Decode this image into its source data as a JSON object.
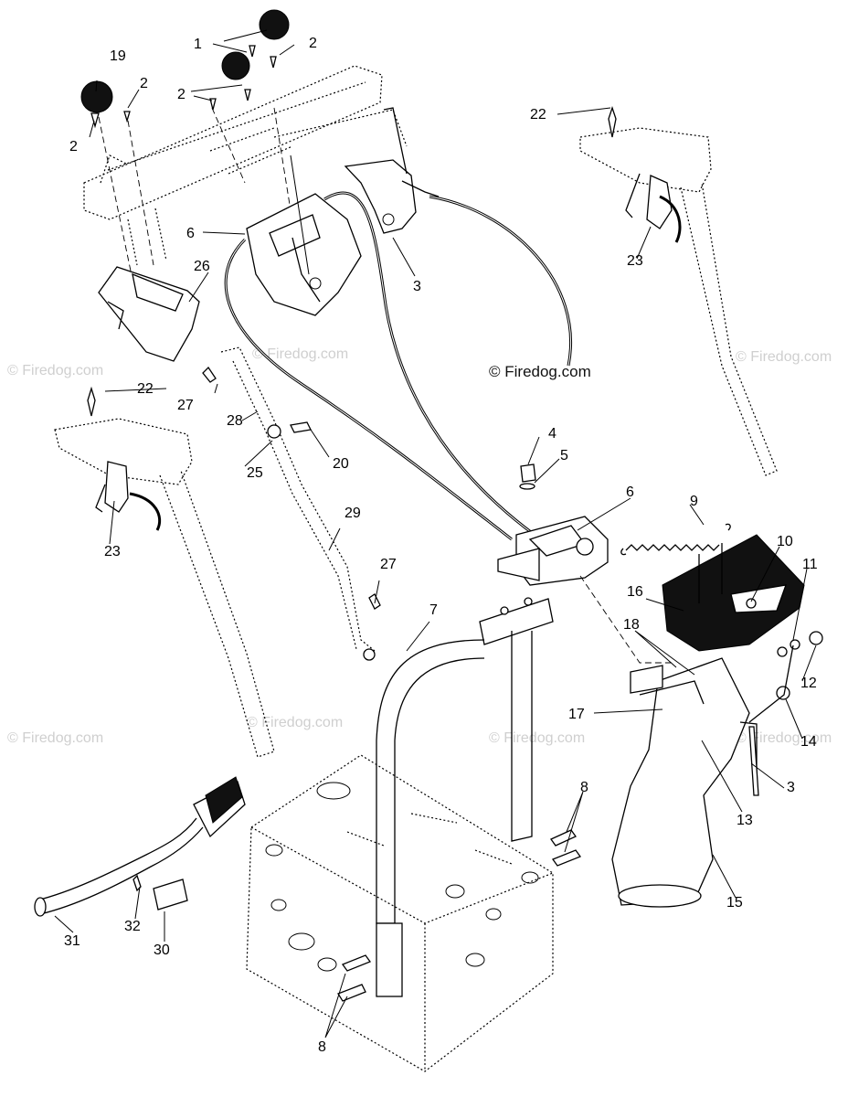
{
  "watermarks": {
    "text": "© Firedog.com",
    "center_label": "© Firedog.com"
  },
  "callouts": {
    "c1": "1",
    "c2a": "2",
    "c2b": "2",
    "c2c": "2",
    "c2d": "2",
    "c3a": "3",
    "c3b": "3",
    "c4": "4",
    "c5": "5",
    "c6a": "6",
    "c6b": "6",
    "c7": "7",
    "c8a": "8",
    "c8b": "8",
    "c9": "9",
    "c10": "10",
    "c11": "11",
    "c12": "12",
    "c13": "13",
    "c14": "14",
    "c15": "15",
    "c16": "16",
    "c17": "17",
    "c18": "18",
    "c19": "19",
    "c20": "20",
    "c22a": "22",
    "c22b": "22",
    "c23a": "23",
    "c23b": "23",
    "c25": "25",
    "c26": "26",
    "c27a": "27",
    "c27b": "27",
    "c28": "28",
    "c29": "29",
    "c30": "30",
    "c31": "31",
    "c32": "32"
  },
  "colors": {
    "line": "#000000",
    "background": "#ffffff",
    "watermark": "#cfcfcf"
  }
}
